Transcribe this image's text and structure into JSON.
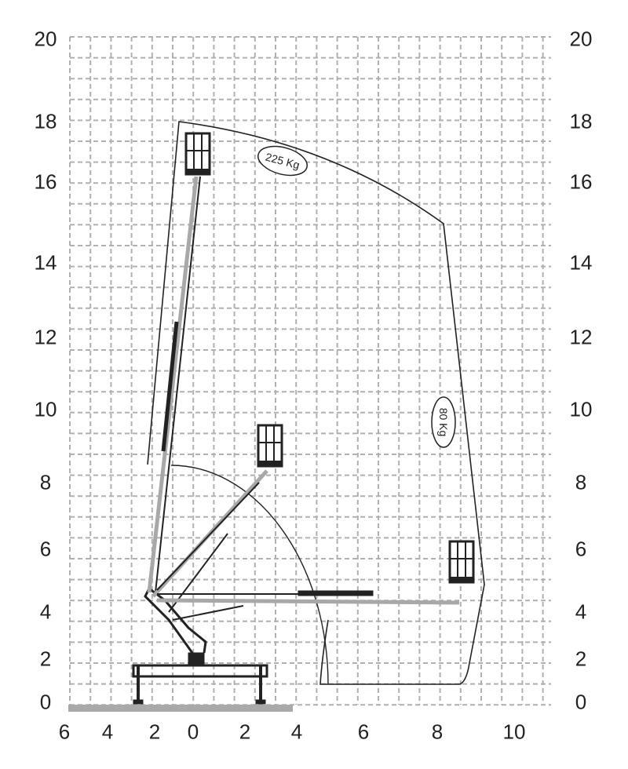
{
  "y_axis_left": [
    "20",
    "18",
    "16",
    "14",
    "12",
    "10",
    "8",
    "6",
    "4",
    "2",
    "0"
  ],
  "y_axis_right": [
    "20",
    "18",
    "16",
    "14",
    "12",
    "10",
    "8",
    "6",
    "4",
    "2",
    "0"
  ],
  "x_axis": [
    "6",
    "4",
    "2",
    "0",
    "2",
    "4",
    "6",
    "8",
    "10"
  ],
  "load_labels": {
    "max_load": "225 Kg",
    "reduced_load": "80 Kg"
  },
  "colors": {
    "grid": "#b0b0b0",
    "machine": "#222222",
    "boom_gray": "#a8a8a8",
    "ground": "#a9a9a9"
  }
}
